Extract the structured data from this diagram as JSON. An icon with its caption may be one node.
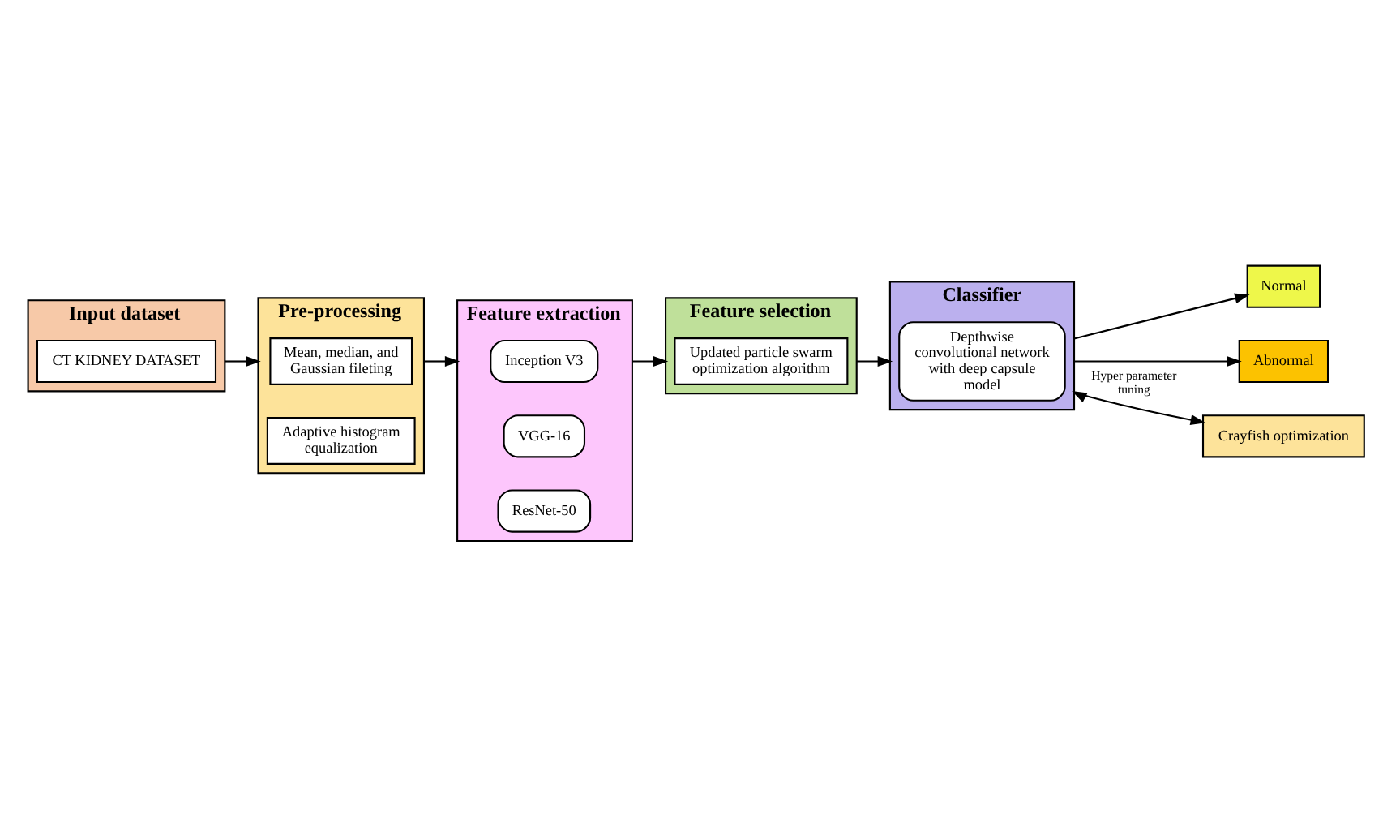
{
  "diagram": {
    "nodes": [
      {
        "text": [
          "Input dataset"
        ]
      },
      {
        "text": [
          "CT KIDNEY DATASET"
        ],
        "in": 0
      },
      {
        "text": [
          "Pre-processing"
        ]
      },
      {
        "text": [
          "Mean, median, and Gaussian fileting"
        ],
        "in": 2
      },
      {
        "text": [
          "Adaptive histogram equalization"
        ],
        "in": 2
      },
      {
        "text": [
          "Feature extraction"
        ]
      },
      {
        "text": [
          "Inception V3"
        ],
        "in": 5
      },
      {
        "text": [
          "VGG-16"
        ],
        "in": 5
      },
      {
        "text": [
          "ResNet-50"
        ],
        "in": 5
      },
      {
        "text": [
          "Classifier"
        ]
      },
      {
        "text": [
          "Depthwise convolutional network with deep capsule model"
        ],
        "in": 9
      },
      {
        "text": [
          "Feature selection"
        ]
      },
      {
        "text": [
          "Updated particle swarm optimization algorithm"
        ],
        "in": 11
      },
      {
        "text": [
          "Normal"
        ]
      },
      {
        "text": [
          "Abnormal"
        ]
      },
      {
        "text": [
          "Crayfish optimization"
        ]
      }
    ],
    "edges": [
      {
        "from": 0,
        "to": 2,
        "arrow": "to"
      },
      {
        "from": 2,
        "to": 5,
        "arrow": "to"
      },
      {
        "from": 5,
        "to": 11,
        "arrow": "to"
      },
      {
        "from": 11,
        "to": 9,
        "arrow": "to"
      },
      {
        "from": 9,
        "to": 13,
        "arrow": "to"
      },
      {
        "from": 9,
        "to": 14,
        "arrow": "to"
      },
      {
        "from": 9,
        "to": 15,
        "arrow": "both",
        "label": "Hyper parameter tuning"
      }
    ]
  }
}
